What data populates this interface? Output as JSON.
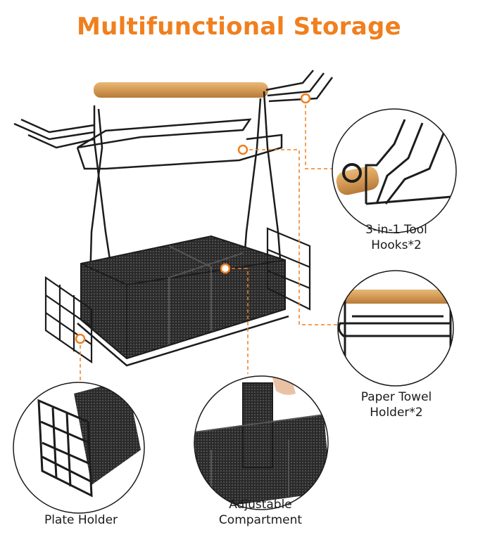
{
  "title": "Multifunctional Storage",
  "accent_color": "#f07f1e",
  "callouts": {
    "tool_hooks": {
      "line1": "3-in-1 Tool",
      "line2": "Hooks*2",
      "icon": "tool-hooks-detail"
    },
    "paper_towel": {
      "line1": "Paper Towel",
      "line2": "Holder*2",
      "icon": "paper-towel-holder-detail"
    },
    "plate_holder": {
      "line1": "Plate Holder",
      "icon": "plate-holder-detail"
    },
    "compartment": {
      "line1": "Adjustable",
      "line2": "Compartment",
      "icon": "adjustable-compartment-detail"
    }
  }
}
